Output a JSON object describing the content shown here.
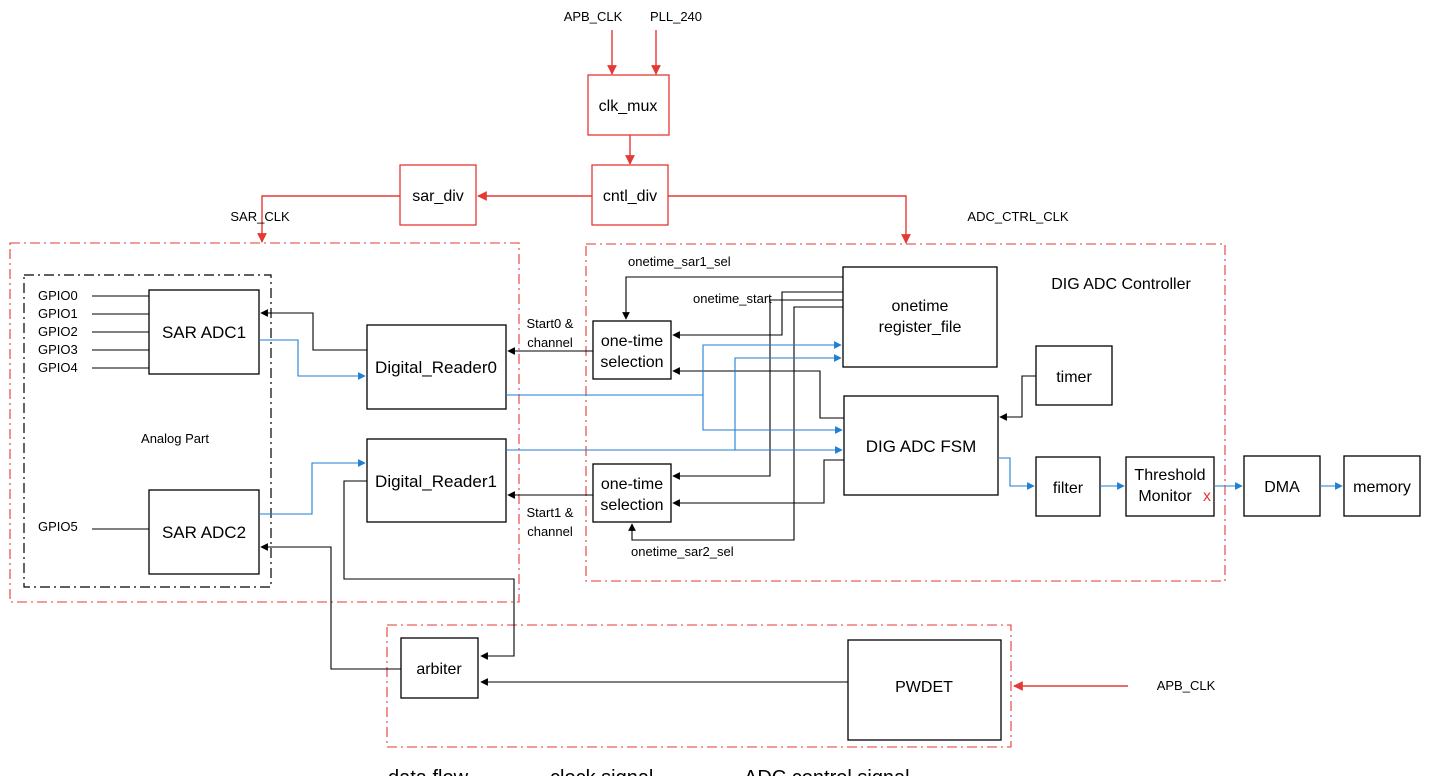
{
  "colors": {
    "clock": "#e53935",
    "data": "#1f7fd0",
    "control": "#000000",
    "threshold_x": "#e53935"
  },
  "inputs": {
    "apb_clk_top": "APB_CLK",
    "pll": "PLL_240",
    "apb_clk_right": "APB_CLK"
  },
  "clock_blocks": {
    "clk_mux": "clk_mux",
    "cntl_div": "cntl_div",
    "sar_div": "sar_div",
    "sar_clk": "SAR_CLK",
    "adc_ctrl_clk": "ADC_CTRL_CLK"
  },
  "analog": {
    "label": "Analog Part",
    "gpio1_list": [
      "GPIO0",
      "GPIO1",
      "GPIO2",
      "GPIO3",
      "GPIO4"
    ],
    "gpio5": "GPIO5",
    "sar_adc1": "SAR ADC1",
    "sar_adc2": "SAR ADC2",
    "reader0": "Digital_Reader0",
    "reader1": "Digital_Reader1"
  },
  "controller": {
    "title": "DIG ADC Controller",
    "sel1": [
      "one-time",
      "selection"
    ],
    "sel2": [
      "one-time",
      "selection"
    ],
    "regfile": [
      "onetime",
      "register_file"
    ],
    "fsm": "DIG ADC FSM",
    "timer": "timer",
    "sig_sar1": "onetime_sar1_sel",
    "sig_start": "onetime_start",
    "sig_sar2": "onetime_sar2_sel",
    "start0": [
      "Start0 &",
      "channel"
    ],
    "start1": [
      "Start1 &",
      "channel"
    ]
  },
  "pipeline": {
    "filter": "filter",
    "threshold": [
      "Threshold",
      "Monitor",
      "x"
    ],
    "dma": "DMA",
    "memory": "memory"
  },
  "bottom": {
    "arbiter": "arbiter",
    "pwdet": "PWDET"
  },
  "legend": {
    "data": "data flow",
    "clock": "clock signal",
    "control": "ADC control signal"
  }
}
